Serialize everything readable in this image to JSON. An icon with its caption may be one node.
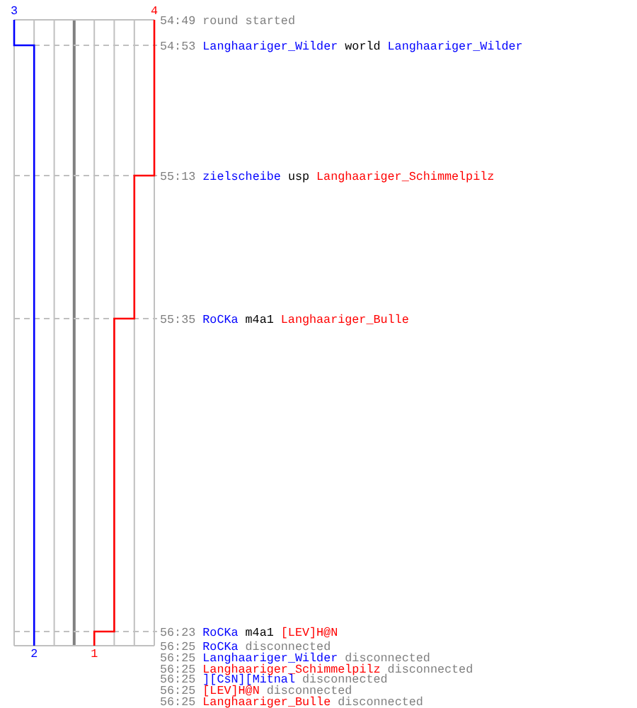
{
  "diagram": {
    "labels": [
      "3",
      "4",
      "54:49",
      "round started",
      "54:53",
      "Langhaariger_Wilder",
      "world",
      "Langhaariger_Wilder",
      "55:13",
      "zielscheibe",
      "usp",
      "Langhaariger_Schimmelpilz",
      "55:35",
      "RoCKa",
      "m4a1",
      "Langhaariger_Bulle",
      "56:23",
      "RoCKa",
      "m4a1",
      "[LEV]H@N",
      "2",
      "1",
      "56:25",
      "RoCKa",
      "disconnected",
      "56:25",
      "Langhaariger_Wilder",
      "disconnected",
      "56:25",
      "Langhaariger_Schimmelpilz",
      "disconnected",
      "56:25",
      "][CsN][Mitnal",
      "disconnected",
      "56:25",
      "[LEV]H@N",
      "disconnected",
      "56:25",
      "Langhaariger_Bulle",
      "disconnected"
    ]
  }
}
